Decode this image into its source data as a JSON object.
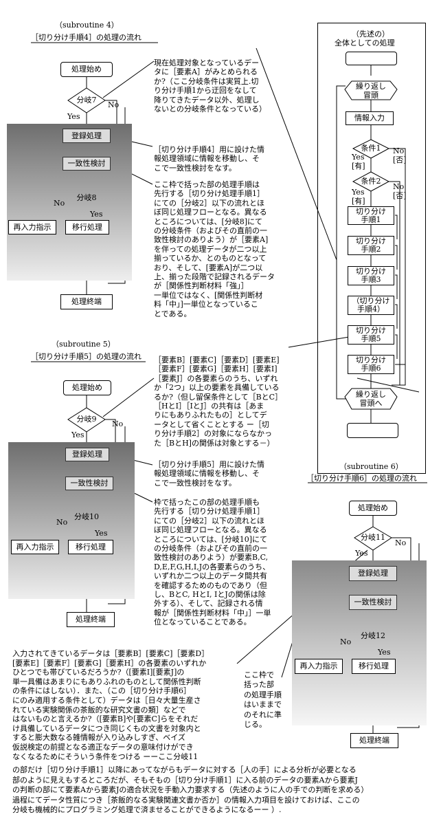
{
  "sub4": {
    "label": "（subroutine 4）",
    "title": "［切り分け手順4］の処理の流れ",
    "start": "処理始め",
    "branch": "分岐7",
    "yes": "Yes",
    "no": "No",
    "register": "登録処理",
    "consistency": "一致性検討",
    "branch2": "分岐8",
    "no2": "No",
    "yes2": "Yes",
    "reinput": "再入力指示",
    "transfer": "移行処理",
    "end": "処理終端",
    "note1": "現在処理対象となっているデー\nタに［要素A］がみとめられる\nか?（ここ分岐条件は実質上.切\nり分け手順1から迂回をなして\n降りてきたデータ以外、処理し\nないとの分岐条件となっている）",
    "note2": "［切り分け手順4］用に設けた情\n報処理領域に情報を移動し、そ\nこで一致性検討をなす。",
    "note3": "ここ枠で括った部の処理手順は\n先行する［切り分け処理手順1］\nにての［分岐2］以下の流れとほ\nぼ同じ処理フローとなる。異なる\nところについては、[分岐8]にて\nの分岐条件（およびその直前の一\n致性検討のありよう）が［要素A]\nを伴っての処理データが二つ以上\n揃っているか、とのものとなって\nおり、そして、[要素A]が二つ以\n上、揃った段階で記録されるデータ\nが［関係性判断材料「強」］\n一単位ではなく、[関係性判断材\n料「中」]一単位となっているこ\nとである。"
  },
  "overall": {
    "title1": "（先述の）",
    "title2": "全体としての処理",
    "loop": "繰り返し\n冒頭",
    "input": "情報入力",
    "c1": "条件1",
    "c1yes": "Yes\n[有]",
    "c1no": "No\n[否]",
    "c2": "条件2",
    "c2yes": "Yes\n[有]",
    "c2no": "No\n[否]",
    "s1": "切り分け\n手順1",
    "s2": "切り分け\n手順2",
    "s3": "切り分け\n手順3",
    "s4": "（切り分け\n手順4）",
    "s5": "切り分け\n手順5",
    "s6": "切り分け\n手順6",
    "loopend": "繰り返し\n冒頭へ"
  },
  "sub5": {
    "label": "（subroutine 5）",
    "title": "［切り分け手順5］の処理の流れ",
    "start": "処理始め",
    "branch": "分岐9",
    "yes": "Yes",
    "no": "No",
    "register": "登録処理",
    "consistency": "一致性検討",
    "branch2": "分岐10",
    "no2": "No",
    "yes2": "Yes",
    "reinput": "再入力指示",
    "transfer": "移行処理",
    "end": "処理終端",
    "note1": "［要素B］[要素C]［要素D］[要素E]\n［要素F］[要素G]［要素H］[要素I]\n［要素J］の各要素らのうち、いずれ\nか「2つ」以上の要素を具備している\nるか?（但し留保条件として［BとC］\n［HとI］［IとJ］の共有は［あま\nりにもありふれたもの］としてデ\nータとして省くこととする ー［切\nり分け手順2］の対象にならなかっ\nた［BとH]の関係は対象とする－）",
    "note2": "［切り分け手順5］用に設けた情\n報処理領域に情報を移動し、そ\nこで一致性検討をなす。",
    "note3": "枠で括ったこの部の処理手順も\n先行する［切り分け処理手順1］\nにての［分岐2］以下の流れとほ\nぼ同じ処理フローとなる。異なる\nところについては、[分岐10]にて\nの分岐条件（およびその直前の一\n致性検討のありよう）が要素B,C,\nD,E,F,G,H,I,Jの各要素らのうち、\nいずれか二つ以上のデータ間共有\nを確認するためのものであり（但\nし、BとC, HとI, IとJの関係は除\n外する）、そして、記録される情\n報が［関係性判断材料「中」］一単\n位となっていることである。"
  },
  "sub6": {
    "label": "（subroutine 6）",
    "title": "［切り分け手順6］の処理の流れ",
    "start": "処理始め",
    "branch": "分岐11",
    "yes": "Yes",
    "no": "No",
    "register": "登録処理",
    "consistency": "一致性検討",
    "branch2": "分岐12",
    "no2": "No",
    "yes2": "Yes",
    "reinput": "再入力指示",
    "transfer": "移行処理",
    "end": "処理終端",
    "note": "ここ枠で\n括った部\nの処理手順\nはいままで\nのそれに準\nじる。"
  },
  "bottom": {
    "para1": "入力されてきているデータは［要素B］[要素C]［要素D］\n[要素E]［要素F］[要素G]［要素H］の各要素のいずれか\nひとつでも帯びているだろうか?（[要素I][要素J]の\n単一具備はあまりにもありふれのものとして関係性判断\nの条件にはしない）．また、（この［切り分け手順6］\nにのみ適用する条件として）データは［日々大量生産さ\nれている実験関係の茶飯的な研究文書の類］などで\nはないものと言えるか?（[要素B]や[要素C]らをそれだ\nけ具備しているデータにつき同じくもの文書を対象内と\nすると膨大数なる雑情報が入り込みしすぎ、ベイズ\n仮説検定の前提となる適正なデータの意味付けができ\nなくなるためにそういう条件をつける ーーここ分岐11",
    "para2": "の部だけ［切り分け手順1］以降にあってながらもデータに対する［人の手］による分析が必要となる\n部のように見えもするところだが、そもそもの［切り分け手順1］に入る前のデータの要素Aから要素J\nの判断の部にて要素Aから要素Jの適合状況を手動入力要求する（先述のように人の手での判断を求める）\n過程にてデータ性質につき［茶飯的なる実験関連文書か否か］の情報入力項目を設けておけば、ここの\n分岐も機械的にプログラミング処理で済ませることができるようになるーー ）."
  }
}
